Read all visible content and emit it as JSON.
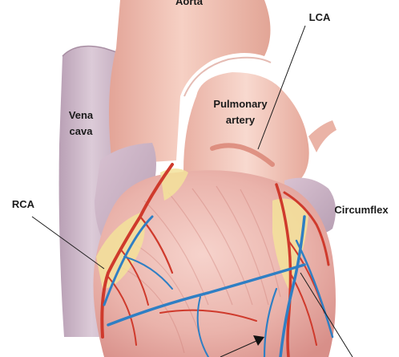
{
  "labels": {
    "aorta": "Aorta",
    "lca": "LCA",
    "pulmonary_line1": "Pulmonary",
    "pulmonary_line2": "artery",
    "vena_line1": "Vena",
    "vena_line2": "cava",
    "rca": "RCA",
    "circumflex": "Circumflex"
  },
  "colors": {
    "artery_red": "#cf3a2c",
    "vein_blue": "#2f7fc4",
    "muscle_pink": "#eebfb8",
    "vessel_tissue": "#f0c2b6",
    "vena_cava": "#cdb8c8",
    "fat_yellow": "#f3e29a"
  }
}
